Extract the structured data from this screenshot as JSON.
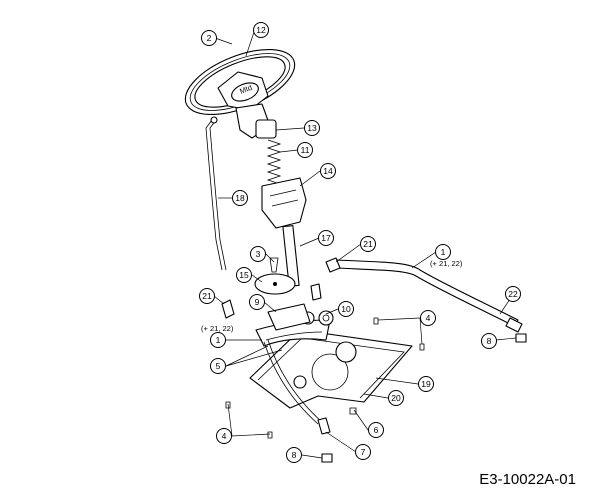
{
  "callouts": [
    {
      "id": "c1",
      "label": "2"
    },
    {
      "id": "c2",
      "label": "12"
    },
    {
      "id": "c3",
      "label": "13"
    },
    {
      "id": "c4",
      "label": "11"
    },
    {
      "id": "c5",
      "label": "14"
    },
    {
      "id": "c6",
      "label": "18"
    },
    {
      "id": "c7",
      "label": "17"
    },
    {
      "id": "c8",
      "label": "21"
    },
    {
      "id": "c9",
      "label": "1"
    },
    {
      "id": "c10",
      "label": "3"
    },
    {
      "id": "c11",
      "label": "15"
    },
    {
      "id": "c12",
      "label": "22"
    },
    {
      "id": "c13",
      "label": "21"
    },
    {
      "id": "c14",
      "label": "9"
    },
    {
      "id": "c15",
      "label": "10"
    },
    {
      "id": "c16",
      "label": "4"
    },
    {
      "id": "c17",
      "label": "8"
    },
    {
      "id": "c18",
      "label": "1"
    },
    {
      "id": "c19",
      "label": "5"
    },
    {
      "id": "c20",
      "label": "19"
    },
    {
      "id": "c21",
      "label": "20"
    },
    {
      "id": "c22",
      "label": "6"
    },
    {
      "id": "c23",
      "label": "4"
    },
    {
      "id": "c24",
      "label": "7"
    },
    {
      "id": "c25",
      "label": "8"
    }
  ],
  "notes": {
    "upper_right": "(+ 21, 22)",
    "left": "(+ 21, 22)"
  },
  "figure_code": "E3-10022A-01"
}
